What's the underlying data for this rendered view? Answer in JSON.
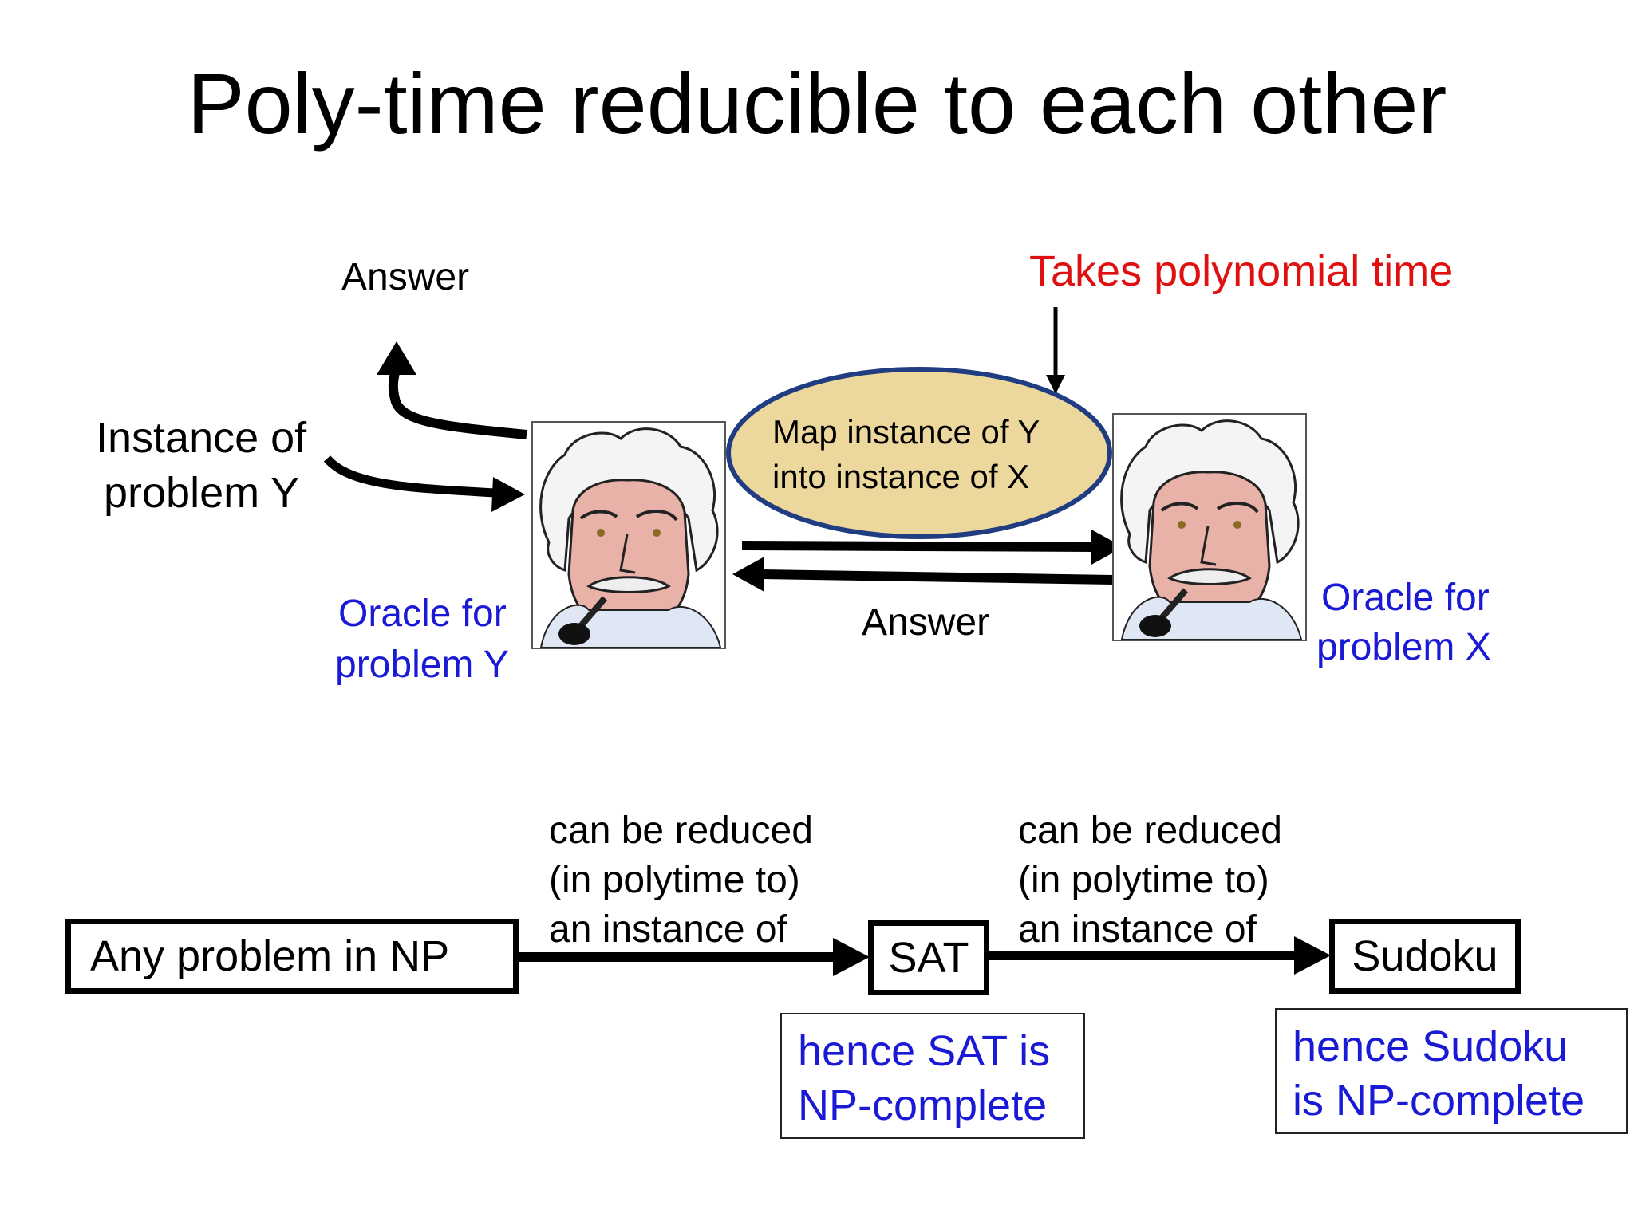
{
  "title": "Poly-time reducible to each other",
  "diagram": {
    "answer_top": "Answer",
    "instance_line1": "Instance of",
    "instance_line2": "problem Y",
    "takes_poly": "Takes polynomial time",
    "map_line1": "Map instance of Y",
    "map_line2": "into instance of X",
    "answer_middle": "Answer",
    "oracle_y_line1": "Oracle for",
    "oracle_y_line2": "problem Y",
    "oracle_x_line1": "Oracle for",
    "oracle_x_line2": "problem X",
    "portrait_icon": "einstein-pipe-portrait"
  },
  "chain": {
    "box1": "Any problem in NP",
    "box2": "SAT",
    "box3": "Sudoku",
    "reduce1": [
      "can be reduced",
      "(in polytime to)",
      "an instance of"
    ],
    "reduce2": [
      "can be reduced",
      "(in polytime to)",
      "an instance of"
    ],
    "note_sat": [
      "hence SAT is",
      "NP-complete"
    ],
    "note_sudoku": [
      "hence Sudoku",
      "is NP-complete"
    ]
  },
  "colors": {
    "blue": "#1a1ad6",
    "red": "#e01010",
    "ellipse_fill": "#ecd89c",
    "ellipse_stroke": "#1f3d80"
  }
}
